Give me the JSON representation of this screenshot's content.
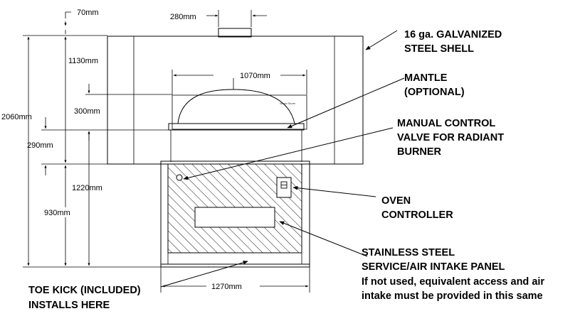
{
  "dimensions": {
    "top_offset": "70mm",
    "flue_width": "280mm",
    "shell_upper": "1130mm",
    "total_height": "2060mm",
    "mantle_width": "1070mm",
    "dome_height": "300mm",
    "band_height": "290mm",
    "base_height": "1220mm",
    "panel_height": "930mm",
    "base_width": "1270mm"
  },
  "callouts": {
    "shell": [
      "16 ga. GALVANIZED",
      "STEEL SHELL"
    ],
    "mantle": [
      "MANTLE",
      "(OPTIONAL)"
    ],
    "valve": [
      "MANUAL CONTROL",
      "VALVE FOR RADIANT",
      "BURNER"
    ],
    "controller": [
      "OVEN",
      "CONTROLLER"
    ],
    "panel": [
      "STAINLESS STEEL",
      "SERVICE/AIR INTAKE PANEL",
      "If not used, equivalent access and air",
      "intake must be provided in this same"
    ],
    "toe_kick": [
      "TOE KICK (INCLUDED)",
      "INSTALLS HERE"
    ]
  },
  "dome_brand": "Wood Stone"
}
